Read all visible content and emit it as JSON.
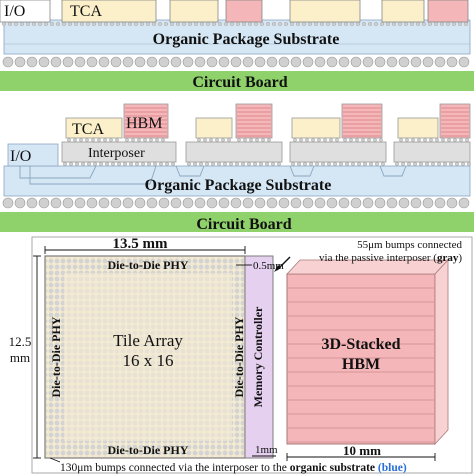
{
  "colors": {
    "substrate": "#d5e7f5",
    "board": "#8fd16a",
    "tca": "#fbf0c9",
    "hbm": "#f4b6b8",
    "interposer": "#dfdfdf",
    "bump": "#d0d0d0",
    "purple": "#e5d0f0",
    "tile": "#f3ead3"
  },
  "top_section": {
    "io_label": "I/O",
    "tca_label": "TCA",
    "substrate_label": "Organic Package Substrate",
    "board_label": "Circuit Board"
  },
  "middle_section": {
    "tca_label": "TCA",
    "hbm_label": "HBM",
    "io_label": "I/O",
    "interposer_label": "Interposer",
    "substrate_label": "Organic Package Substrate",
    "board_label": "Circuit Board"
  },
  "bottom_section": {
    "width_dim": "13.5 mm",
    "height_dim_1": "12.5",
    "height_dim_2": "mm",
    "d2d_top": "Die-to-Die PHY",
    "d2d_bottom": "Die-to-Die PHY",
    "d2d_left": "Die-to-Die PHY",
    "d2d_right": "Die-to-Die PHY",
    "memory_controller": "Memory Controller",
    "half_mm": "0.5mm",
    "one_mm": "1mm",
    "tile_line1": "Tile Array",
    "tile_line2": "16 x 16",
    "hbm_line1": "3D-Stacked",
    "hbm_line2": "HBM",
    "ten_mm": "10 mm",
    "note_top_line1": "55μm bumps connected",
    "note_top_line2_prefix": "via the passive interposer (",
    "note_top_line2_keyword": "gray",
    "note_top_line2_suffix": ")",
    "note_bottom_prefix": "130μm bumps connected via the interposer to the ",
    "note_bottom_keyword": "organic substrate",
    "note_bottom_blue": "(blue)"
  }
}
